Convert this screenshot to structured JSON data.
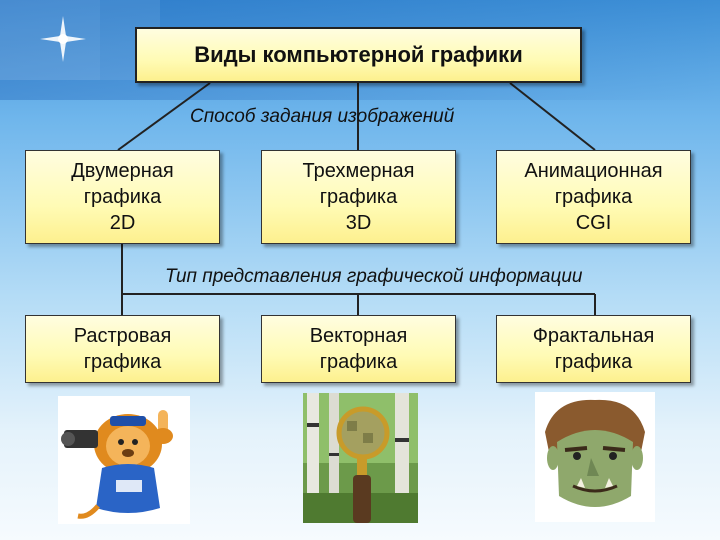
{
  "title": "Виды компьютерной графики",
  "caption_method": "Способ задания изображений",
  "caption_type": "Тип представления графической информации",
  "by_method": [
    {
      "line1": "Двумерная",
      "line2": "графика",
      "line3": "2D"
    },
    {
      "line1": "Трехмерная",
      "line2": "графика",
      "line3": "3D"
    },
    {
      "line1": "Анимационная",
      "line2": "графика",
      "line3": "CGI"
    }
  ],
  "by_type": [
    {
      "line1": "Растровая",
      "line2": "графика"
    },
    {
      "line1": "Векторная",
      "line2": "графика"
    },
    {
      "line1": "Фрактальная",
      "line2": "графика"
    }
  ],
  "colors": {
    "box_fill": "#fffbb5",
    "line": "#222222"
  },
  "images": [
    "lion-mascot-illustration",
    "birch-trees-magnifier-photo",
    "troll-face-illustration"
  ]
}
